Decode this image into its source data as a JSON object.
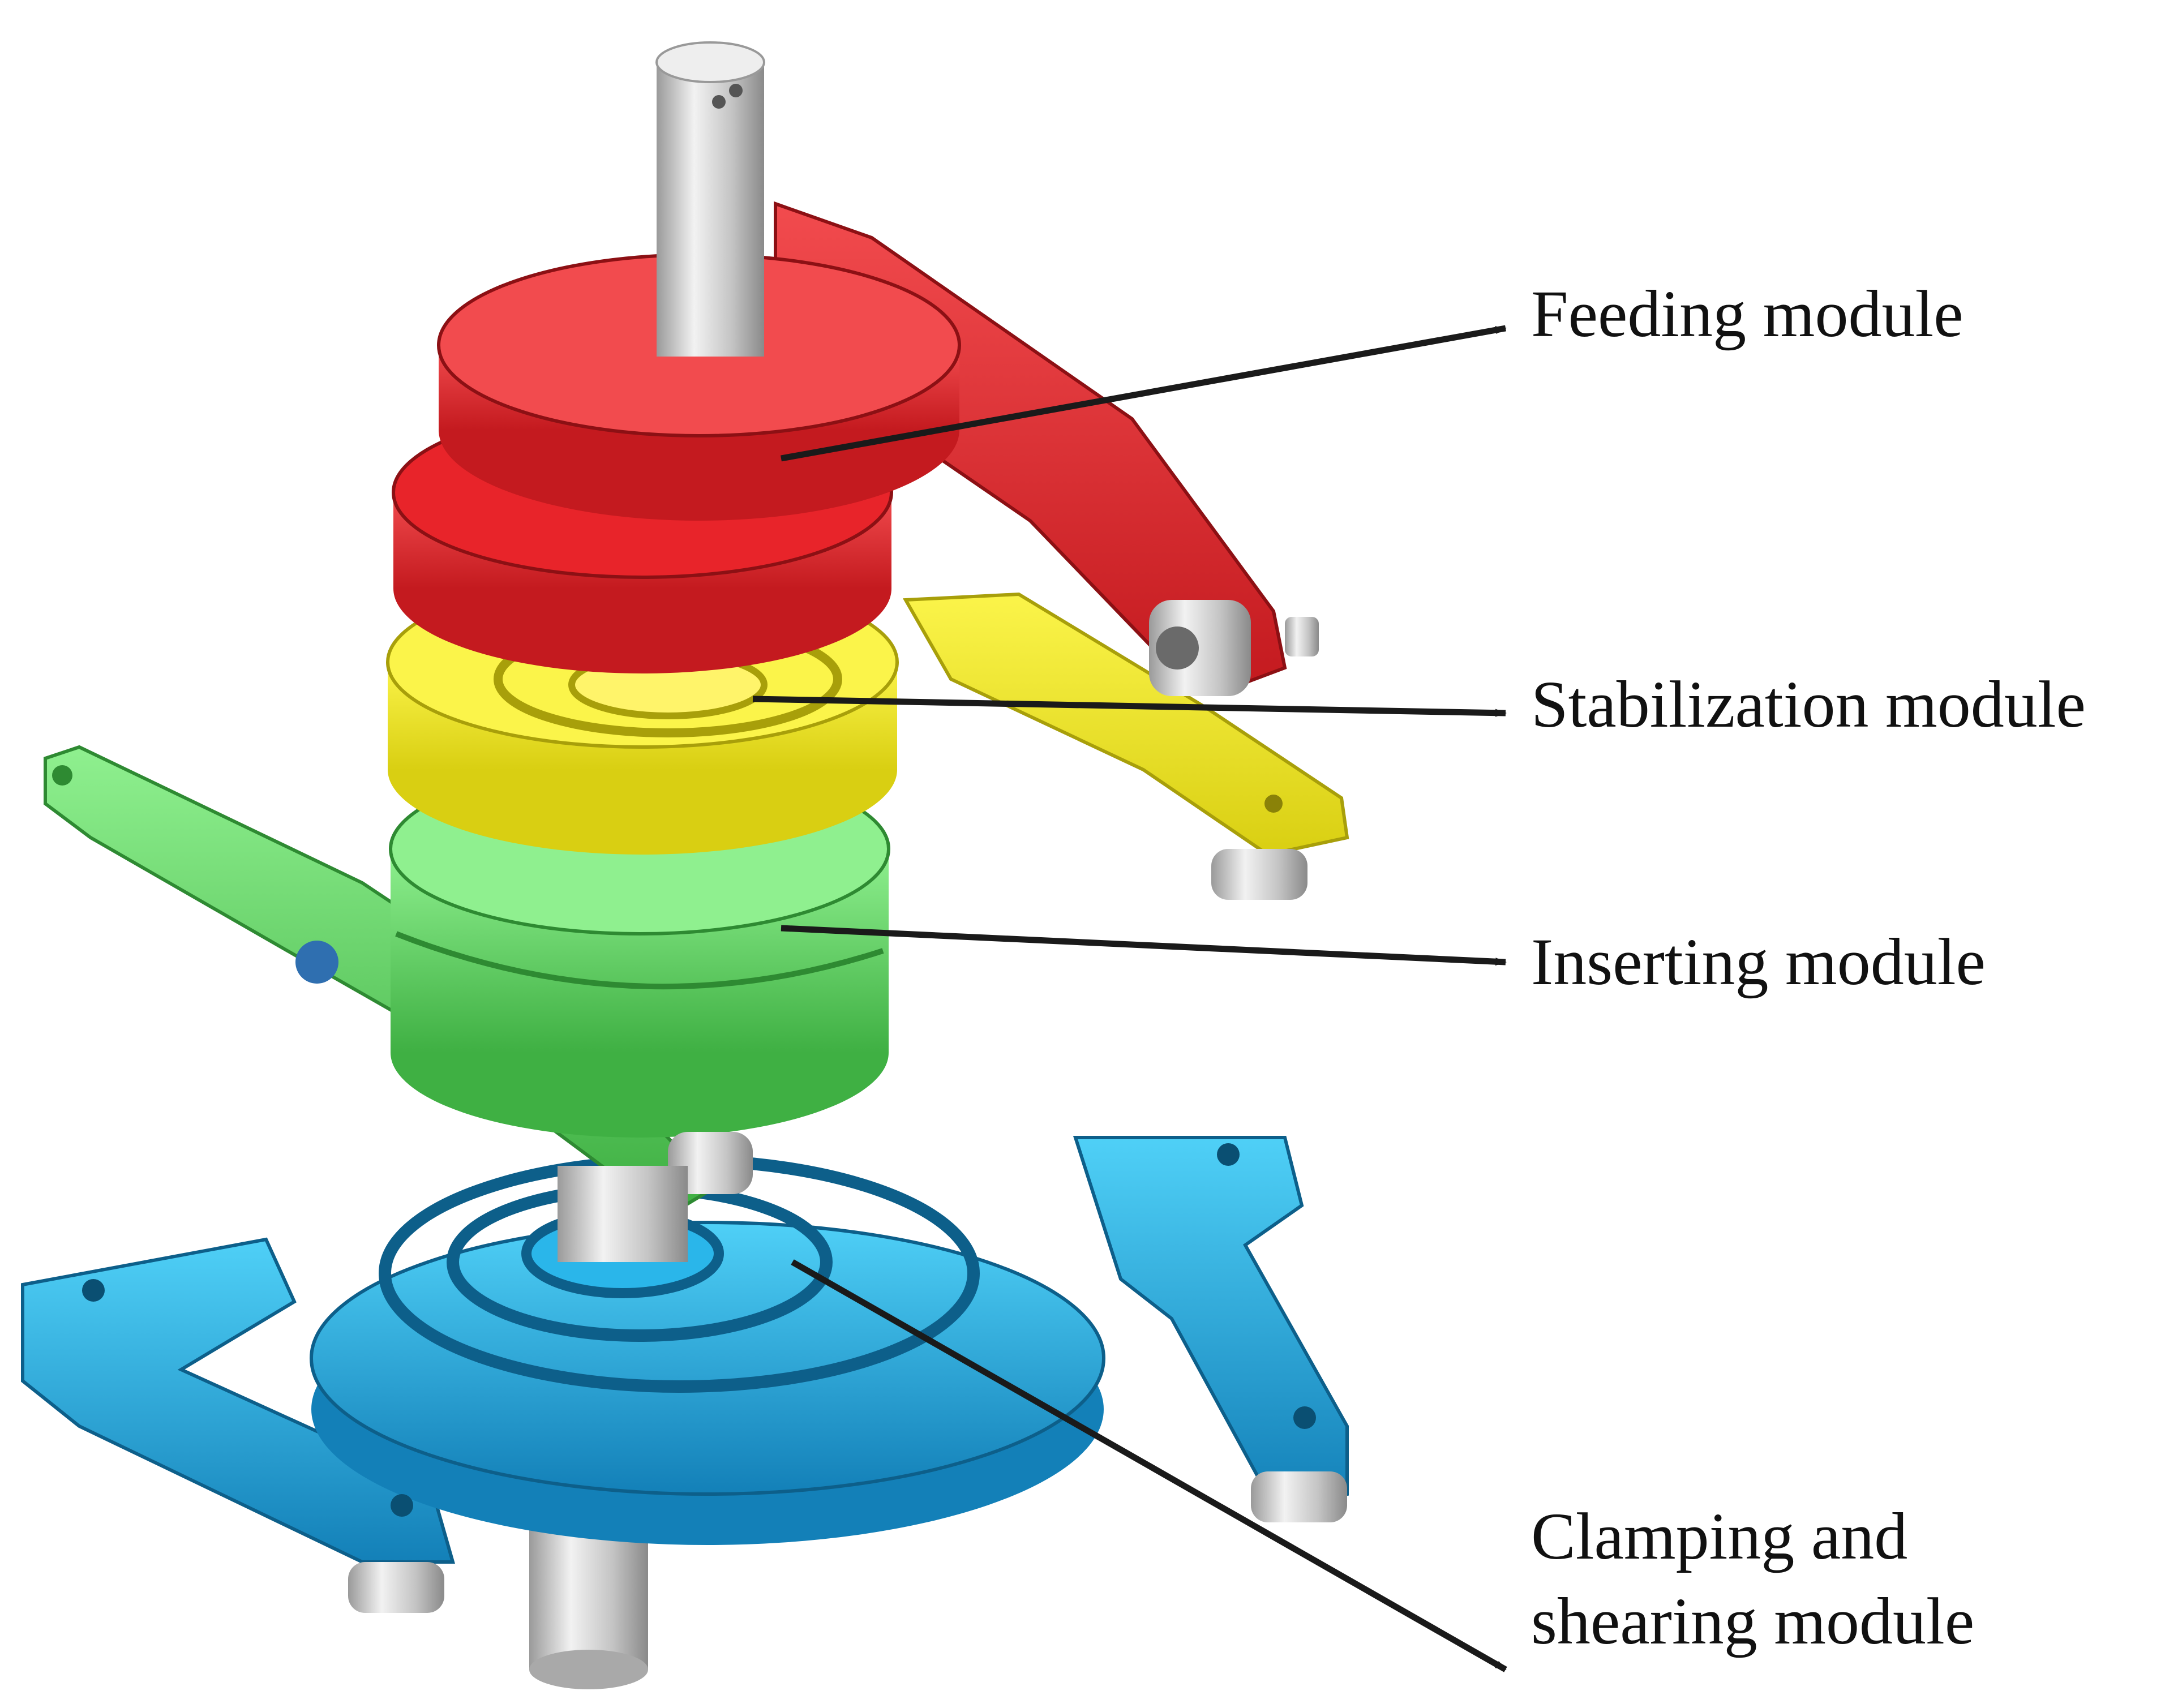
{
  "labels": {
    "feeding": "Feeding module",
    "stabilization": "Stabilization module",
    "inserting": "Inserting module",
    "clamping_line1": "Clamping and",
    "clamping_line2": "shearing module"
  },
  "colors": {
    "feeding_module": "#e8242a",
    "stabilization_module": "#f2ea1c",
    "inserting_module": "#5fcf5f",
    "clamping_shearing_module": "#1aa8e0",
    "shaft": "#c9c9c9",
    "arrow": "#1a1a1a"
  }
}
